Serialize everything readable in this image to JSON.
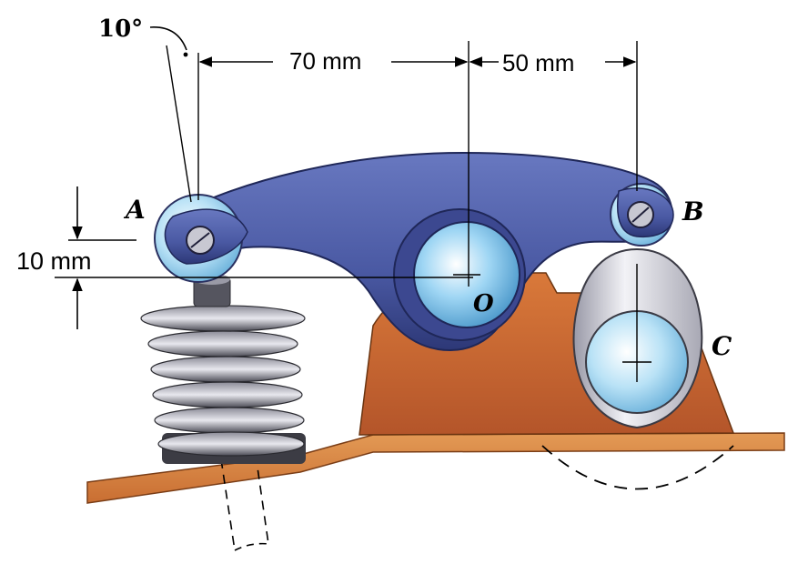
{
  "labels": {
    "angle": "10°",
    "dim_70": "70 mm",
    "dim_50": "50 mm",
    "dim_10": "10 mm",
    "point_a": "A",
    "point_b": "B",
    "point_o": "O",
    "point_c": "C"
  },
  "colors": {
    "rocker_arm": "#4f5fa8",
    "rocker_dark": "#2e3a78",
    "pivot_shaft": "#7fc4ec",
    "base_block": "#c8652c",
    "ground": "#d9843f",
    "spring": "#5c5c66",
    "cam": "#e4e4ea"
  }
}
